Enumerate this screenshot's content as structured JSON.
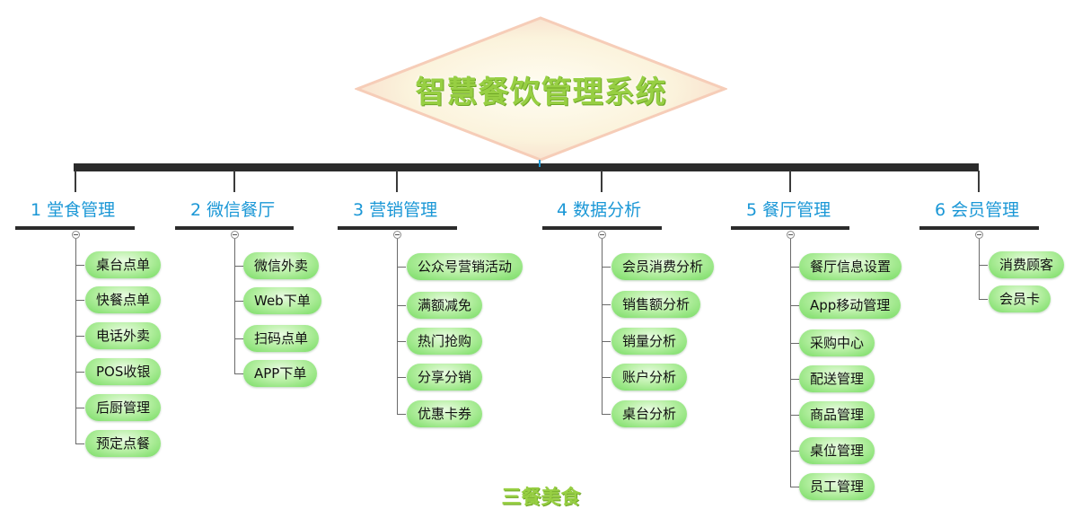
{
  "title": "智慧餐饮管理系统",
  "footer": "三餐美食",
  "colors": {
    "title": "#97cf43",
    "category": "#1a97d6",
    "pill": "#9be686",
    "connector": "#2b2b2b"
  },
  "categories": [
    {
      "label": "1 堂食管理",
      "items": [
        "桌台点单",
        "快餐点单",
        "电话外卖",
        "POS收银",
        "后厨管理",
        "预定点餐"
      ]
    },
    {
      "label": "2 微信餐厅",
      "items": [
        "微信外卖",
        "Web下单",
        "扫码点单",
        "APP下单"
      ]
    },
    {
      "label": "3 营销管理",
      "items": [
        "公众号营销活动",
        "满额减免",
        "热门抢购",
        "分享分销",
        "优惠卡券"
      ]
    },
    {
      "label": "4 数据分析",
      "items": [
        "会员消费分析",
        "销售额分析",
        "销量分析",
        "账户分析",
        "桌台分析"
      ]
    },
    {
      "label": "5 餐厅管理",
      "items": [
        "餐厅信息设置",
        "App移动管理",
        "采购中心",
        "配送管理",
        "商品管理",
        "桌位管理",
        "员工管理"
      ]
    },
    {
      "label": "6 会员管理",
      "items": [
        "消费顾客",
        "会员卡"
      ]
    }
  ]
}
